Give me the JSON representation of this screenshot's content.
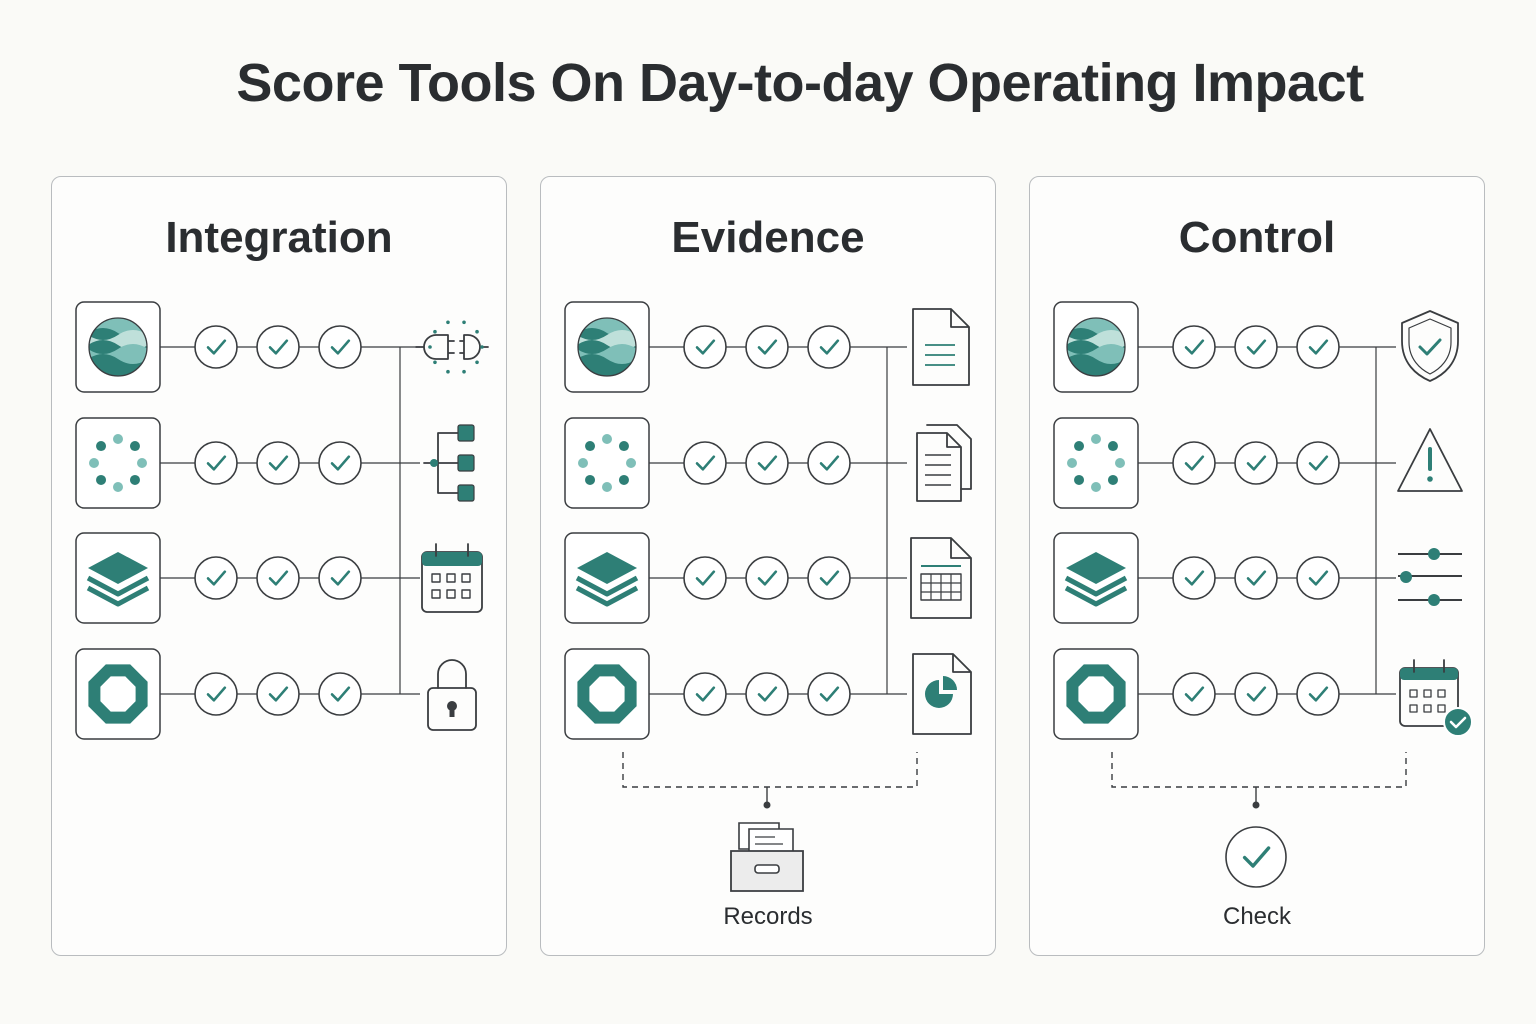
{
  "title": "Score Tools On Day-to-day Operating Impact",
  "colors": {
    "accent": "#2e7f76",
    "accent_light": "#7fbfb8",
    "accent_pale": "#bfe0da",
    "line": "#3a3d40",
    "border": "#b9bcbf"
  },
  "tool_icons": [
    "wave-globe-icon",
    "dotted-circle-icon",
    "stacked-layers-icon",
    "octagon-icon"
  ],
  "panels": [
    {
      "id": "integration",
      "heading": "Integration",
      "outcome_icons": [
        "plug-connect-icon",
        "hierarchy-tree-icon",
        "calendar-icon",
        "padlock-icon"
      ],
      "footer_label": "",
      "footer_icon": ""
    },
    {
      "id": "evidence",
      "heading": "Evidence",
      "outcome_icons": [
        "document-icon",
        "multiple-documents-icon",
        "spreadsheet-icon",
        "report-chart-icon"
      ],
      "footer_label": "Records",
      "footer_icon": "file-box-icon"
    },
    {
      "id": "control",
      "heading": "Control",
      "outcome_icons": [
        "shield-check-icon",
        "warning-triangle-icon",
        "sliders-icon",
        "calendar-check-icon"
      ],
      "footer_label": "Check",
      "footer_icon": "check-circle-icon"
    }
  ]
}
